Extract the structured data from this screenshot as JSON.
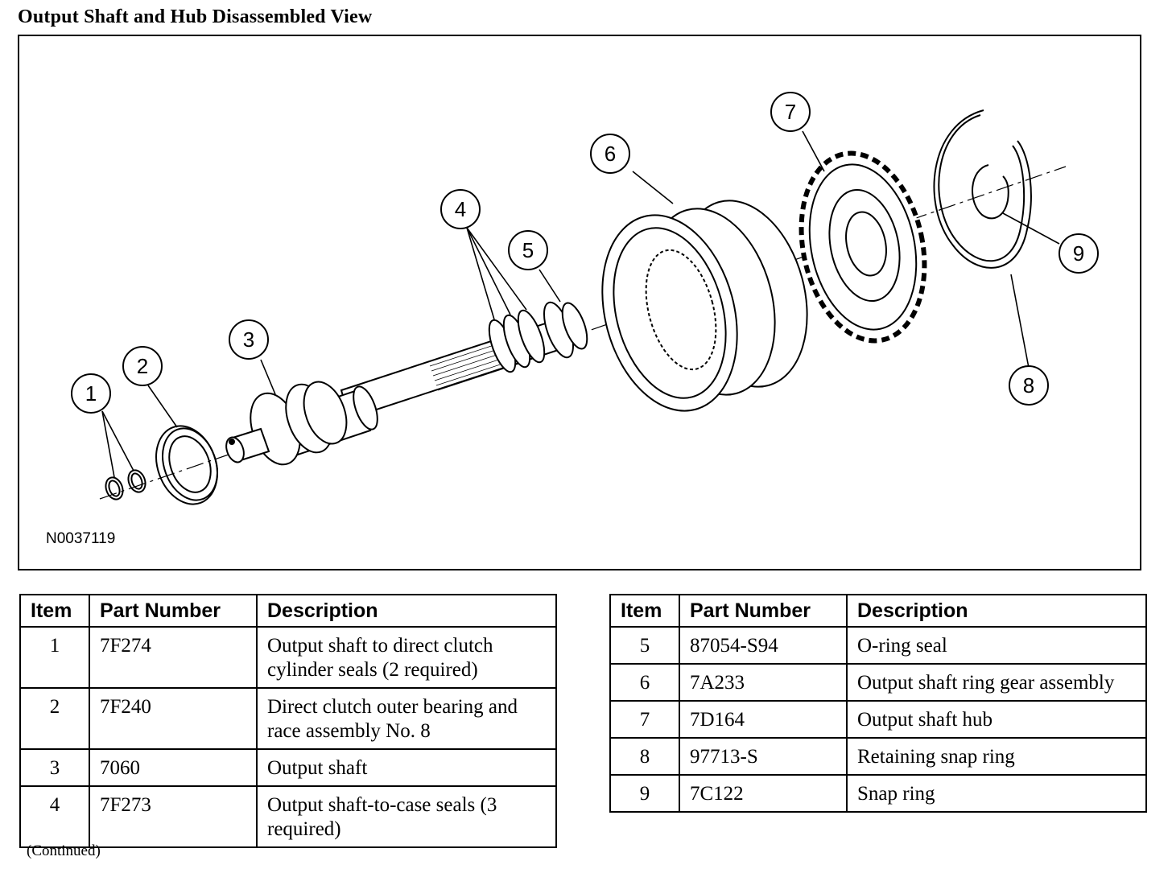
{
  "title": "Output Shaft and Hub Disassembled View",
  "figure_id": "N0037119",
  "callouts": [
    "1",
    "2",
    "3",
    "4",
    "5",
    "6",
    "7",
    "8",
    "9"
  ],
  "columns": {
    "item": "Item",
    "part_number": "Part Number",
    "description": "Description"
  },
  "parts_left": [
    {
      "item": "1",
      "part_number": "7F274",
      "description": "Output shaft to direct clutch cylinder seals (2 required)"
    },
    {
      "item": "2",
      "part_number": "7F240",
      "description": "Direct clutch outer bearing and race assembly No. 8"
    },
    {
      "item": "3",
      "part_number": "7060",
      "description": "Output shaft"
    },
    {
      "item": "4",
      "part_number": "7F273",
      "description": "Output shaft-to-case seals (3 required)"
    }
  ],
  "parts_right": [
    {
      "item": "5",
      "part_number": "87054-S94",
      "description": "O-ring seal"
    },
    {
      "item": "6",
      "part_number": "7A233",
      "description": "Output shaft ring gear assembly"
    },
    {
      "item": "7",
      "part_number": "7D164",
      "description": "Output shaft hub"
    },
    {
      "item": "8",
      "part_number": "97713-S",
      "description": "Retaining snap ring"
    },
    {
      "item": "9",
      "part_number": "7C122",
      "description": "Snap ring"
    }
  ],
  "footer_note": "(Continued)"
}
